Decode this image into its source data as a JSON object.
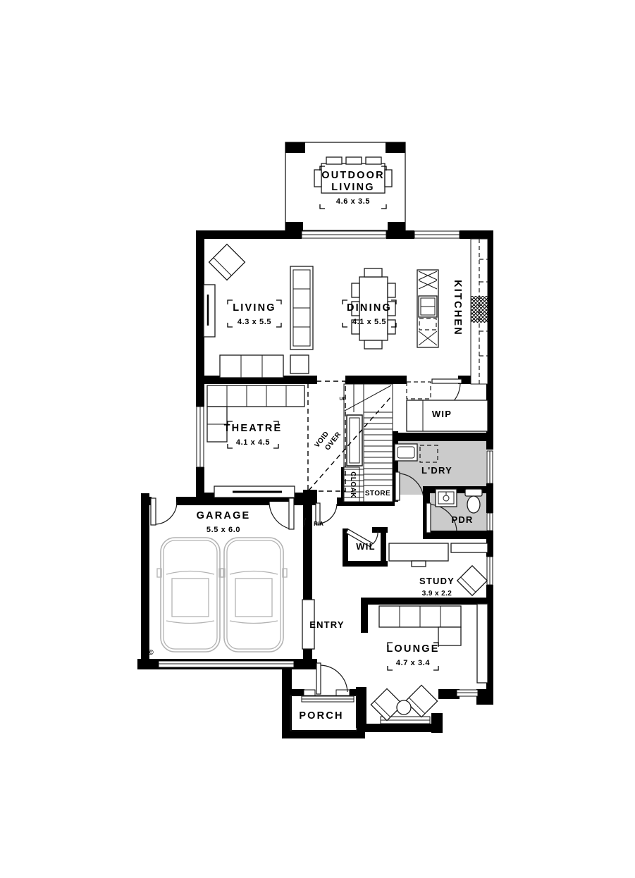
{
  "plan": {
    "colors": {
      "wall": "#000000",
      "line": "#1a1a1a",
      "wet_area_floor": "#cbcbcb",
      "car_outline": "#b3b3b3",
      "background": "#ffffff"
    },
    "rooms": {
      "outdoor_living": {
        "label_line1": "OUTDOOR",
        "label_line2": "LIVING",
        "size": "4.6 x 3.5"
      },
      "living": {
        "label": "LIVING",
        "size": "4.3 x 5.5"
      },
      "dining": {
        "label": "DINING",
        "size": "4.1 x 5.5"
      },
      "kitchen": {
        "label": "KITCHEN"
      },
      "theatre": {
        "label": "THEATRE",
        "size": "4.1 x 4.5"
      },
      "wip": {
        "label": "WIP"
      },
      "laundry": {
        "label": "L'DRY"
      },
      "powder": {
        "label": "PDR"
      },
      "store": {
        "label": "STORE"
      },
      "cloak": {
        "label": "CLOAK"
      },
      "void": {
        "label_line1": "VOID",
        "label_line2": "OVER"
      },
      "garage": {
        "label": "GARAGE",
        "size": "5.5 x 6.0"
      },
      "wil": {
        "label": "WIL"
      },
      "study": {
        "label": "STUDY",
        "size": "3.9 x 2.2"
      },
      "entry": {
        "label": "ENTRY"
      },
      "lounge": {
        "label": "LOUNGE",
        "size": "4.7 x 3.4"
      },
      "porch": {
        "label": "PORCH"
      }
    },
    "annotations": {
      "stairs_up": "UP",
      "return_air": "R/A",
      "copyright": "©"
    }
  }
}
